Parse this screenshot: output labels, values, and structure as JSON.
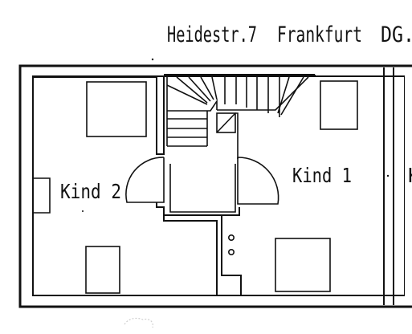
{
  "header": {
    "address": "Heidestr.7",
    "city": "Frankfurt",
    "floor": "DG."
  },
  "rooms": {
    "kind2": "Kind 2",
    "kind1": "Kind 1",
    "cut_off": "K"
  },
  "colors": {
    "ink": "#111111",
    "paper": "#ffffff"
  }
}
